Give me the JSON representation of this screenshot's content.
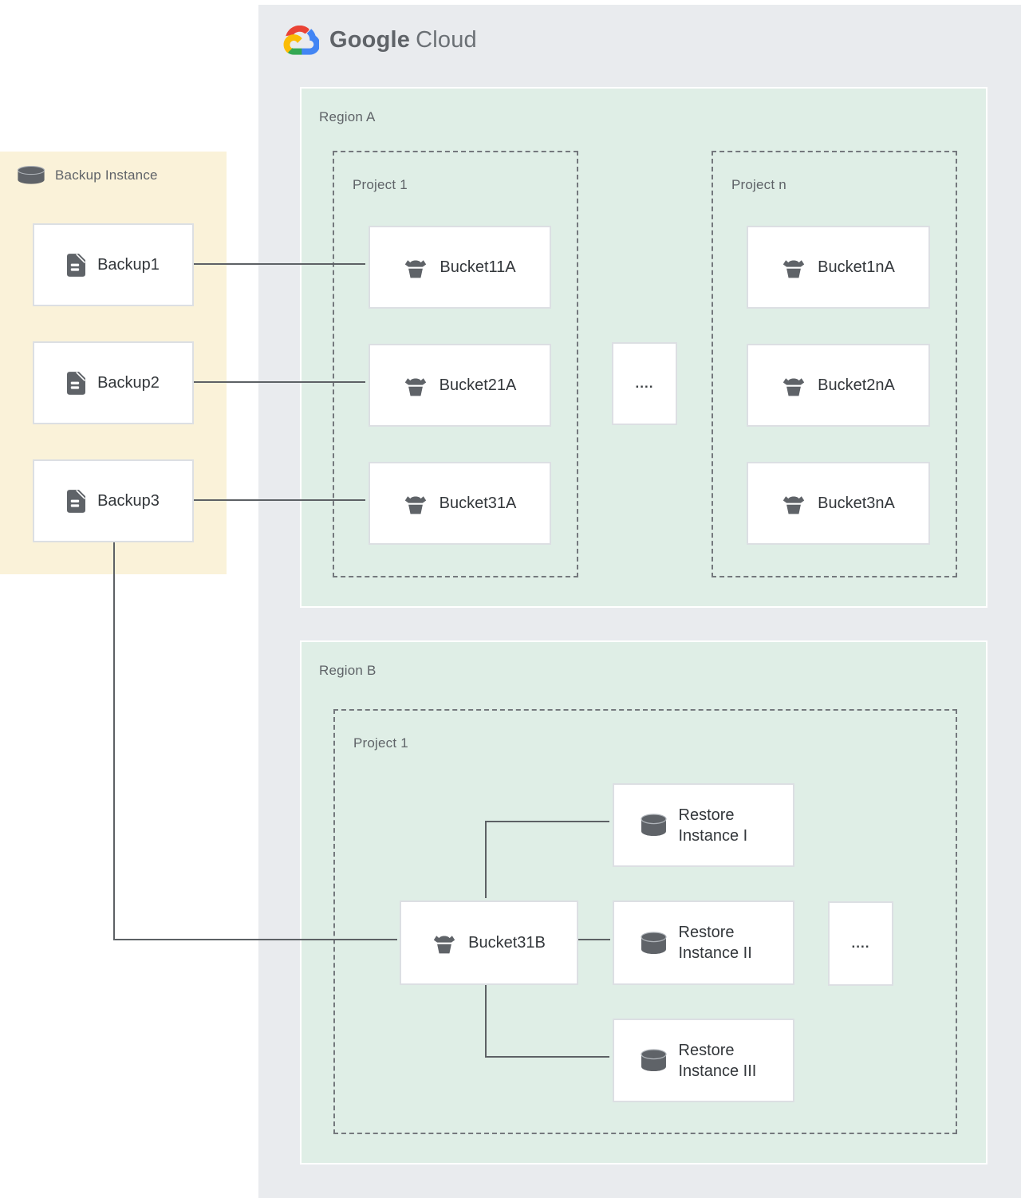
{
  "logo": {
    "google": "Google",
    "cloud": "Cloud"
  },
  "backup_panel": {
    "title": "Backup Instance",
    "items": [
      "Backup1",
      "Backup2",
      "Backup3"
    ]
  },
  "region_a": {
    "label": "Region A",
    "ellipsis": "....",
    "projects": [
      {
        "label": "Project 1",
        "buckets": [
          "Bucket11A",
          "Bucket21A",
          "Bucket31A"
        ]
      },
      {
        "label": "Project n",
        "buckets": [
          "Bucket1nA",
          "Bucket2nA",
          "Bucket3nA"
        ]
      }
    ]
  },
  "region_b": {
    "label": "Region B",
    "project_label": "Project 1",
    "bucket": "Bucket31B",
    "ellipsis": "....",
    "restores": [
      "Restore Instance I",
      "Restore Instance II",
      "Restore Instance III"
    ]
  },
  "colors": {
    "page_bg": "#ffffff",
    "cloud_panel_bg": "#e9ebee",
    "region_bg": "#dfeee6",
    "backup_panel_bg": "#faf2d9",
    "node_border": "#dcdfe3",
    "dashed_border": "#74787d",
    "connector": "#5d6165",
    "icon": "#5f6368",
    "label_gray": "#5f6368",
    "label_dark": "#33373b",
    "logo_red": "#EA4335",
    "logo_blue": "#4285F4",
    "logo_green": "#34A853",
    "logo_yellow": "#FBBC05"
  }
}
